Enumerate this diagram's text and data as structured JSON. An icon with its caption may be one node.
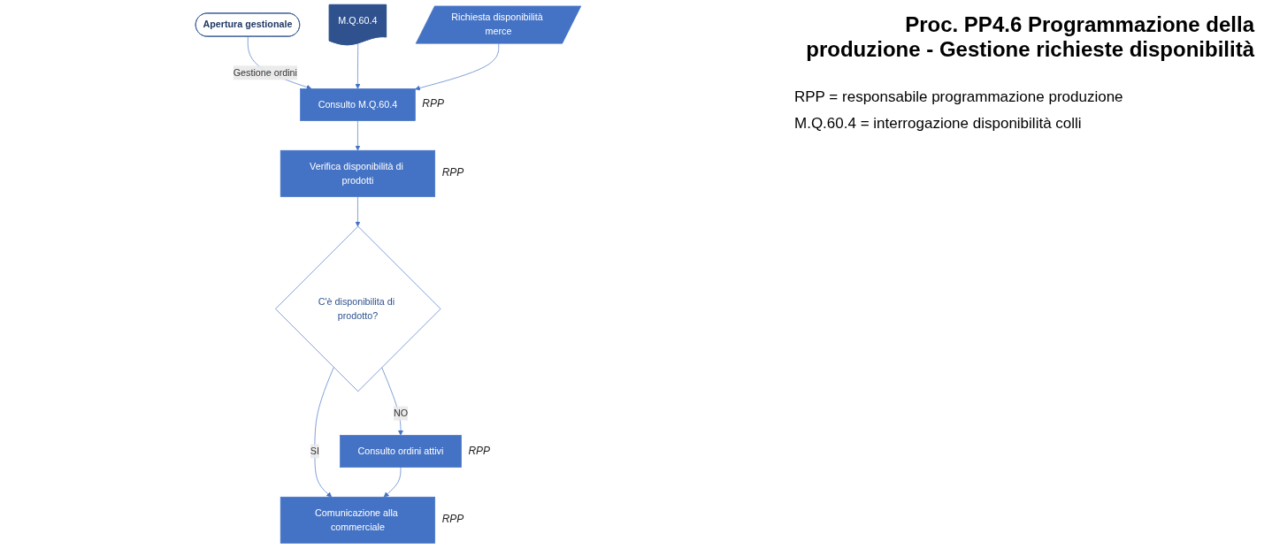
{
  "diagram": {
    "title": "Proc. PP4.6 Programmazione della produzione - Gestione richieste disponibilità",
    "nodes": [
      {
        "text": [
          "Apertura gestionale"
        ]
      },
      {
        "text": [
          "M.Q.60.4"
        ]
      },
      {
        "text": [
          "Richiesta disponibilità merce"
        ]
      },
      {
        "text": [
          "Consulto M.Q.60.4"
        ],
        "beside": [
          "RPP"
        ]
      },
      {
        "text": [
          "Verifica disponibilità di prodotti"
        ],
        "beside": [
          "RPP"
        ]
      },
      {
        "text": [
          "C'è disponibilita di prodotto?"
        ]
      },
      {
        "text": [
          "Consulto ordini attivi"
        ],
        "beside": [
          "RPP"
        ]
      },
      {
        "text": [
          "Comunicazione alla commerciale"
        ],
        "beside": [
          "RPP"
        ]
      }
    ],
    "edges": [
      {
        "from": 0,
        "to": 3,
        "arrow": "to",
        "label": "Gestione ordini"
      },
      {
        "from": 1,
        "to": 3,
        "arrow": "to"
      },
      {
        "from": 2,
        "to": 3,
        "arrow": "to"
      },
      {
        "from": 3,
        "to": 4,
        "arrow": "to"
      },
      {
        "from": 4,
        "to": 5,
        "arrow": "to"
      },
      {
        "from": 5,
        "to": 6,
        "arrow": "to",
        "label": "NO"
      },
      {
        "from": 5,
        "to": 7,
        "arrow": "to",
        "label": "SI"
      },
      {
        "from": 6,
        "to": 7,
        "arrow": "to"
      }
    ],
    "labels": [
      "RPP = responsabile programmazione produzione",
      "M.Q.60.4 = interrogazione disponibilità colli"
    ]
  }
}
